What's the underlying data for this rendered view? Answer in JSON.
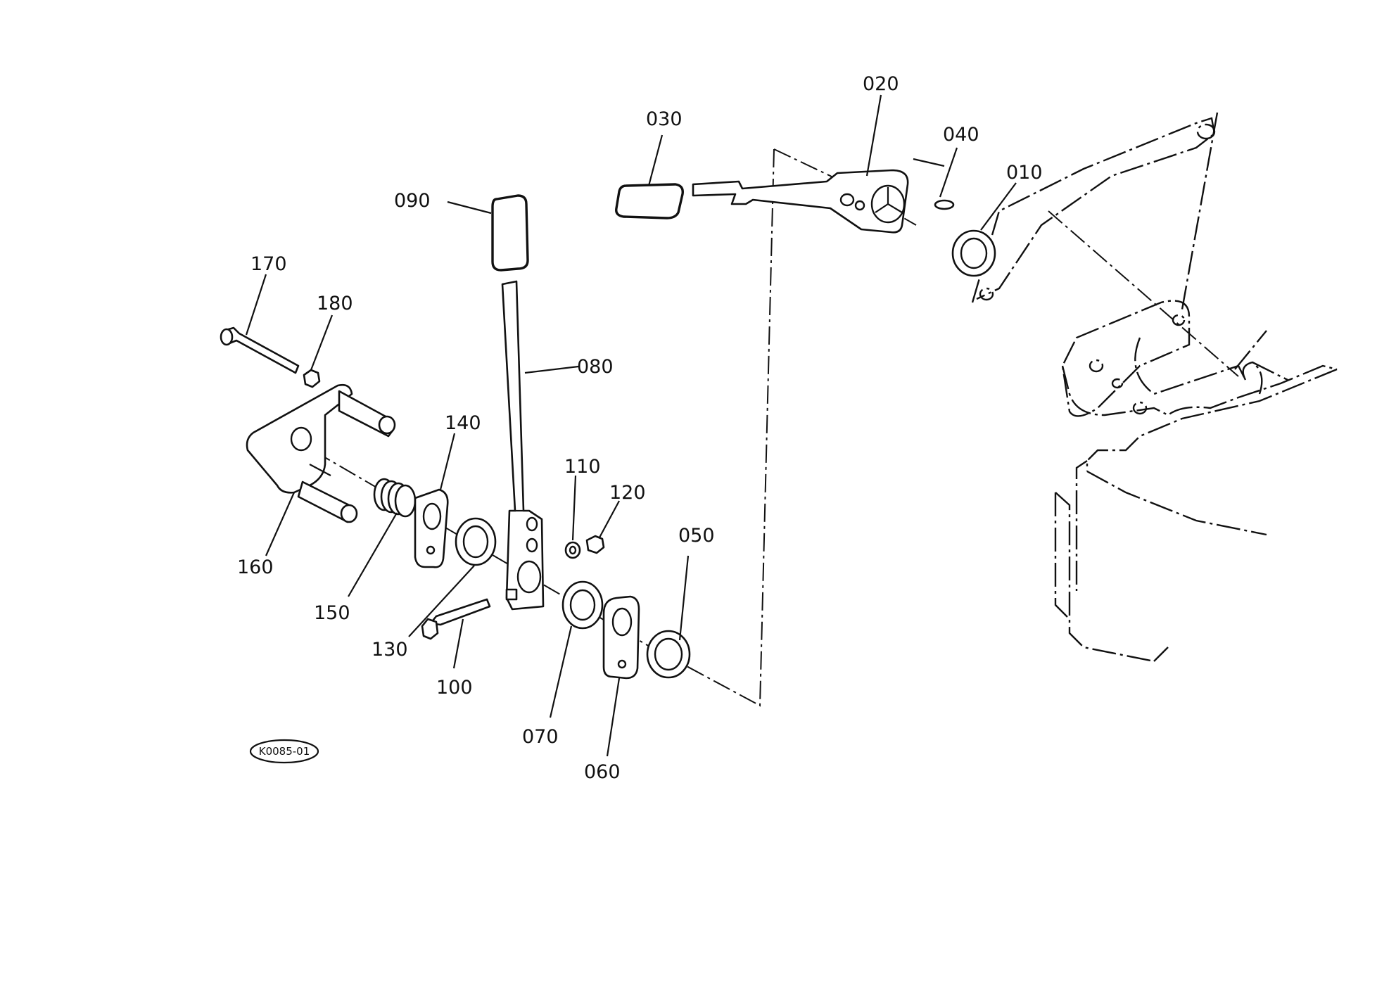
{
  "diagram_code": "K0085-01",
  "callouts": [
    {
      "id": "010",
      "label": "010"
    },
    {
      "id": "020",
      "label": "020"
    },
    {
      "id": "030",
      "label": "030"
    },
    {
      "id": "040",
      "label": "040"
    },
    {
      "id": "050",
      "label": "050"
    },
    {
      "id": "060",
      "label": "060"
    },
    {
      "id": "070",
      "label": "070"
    },
    {
      "id": "080",
      "label": "080"
    },
    {
      "id": "090",
      "label": "090"
    },
    {
      "id": "100",
      "label": "100"
    },
    {
      "id": "110",
      "label": "110"
    },
    {
      "id": "120",
      "label": "120"
    },
    {
      "id": "130",
      "label": "130"
    },
    {
      "id": "140",
      "label": "140"
    },
    {
      "id": "150",
      "label": "150"
    },
    {
      "id": "160",
      "label": "160"
    },
    {
      "id": "170",
      "label": "170"
    },
    {
      "id": "180",
      "label": "180"
    }
  ]
}
